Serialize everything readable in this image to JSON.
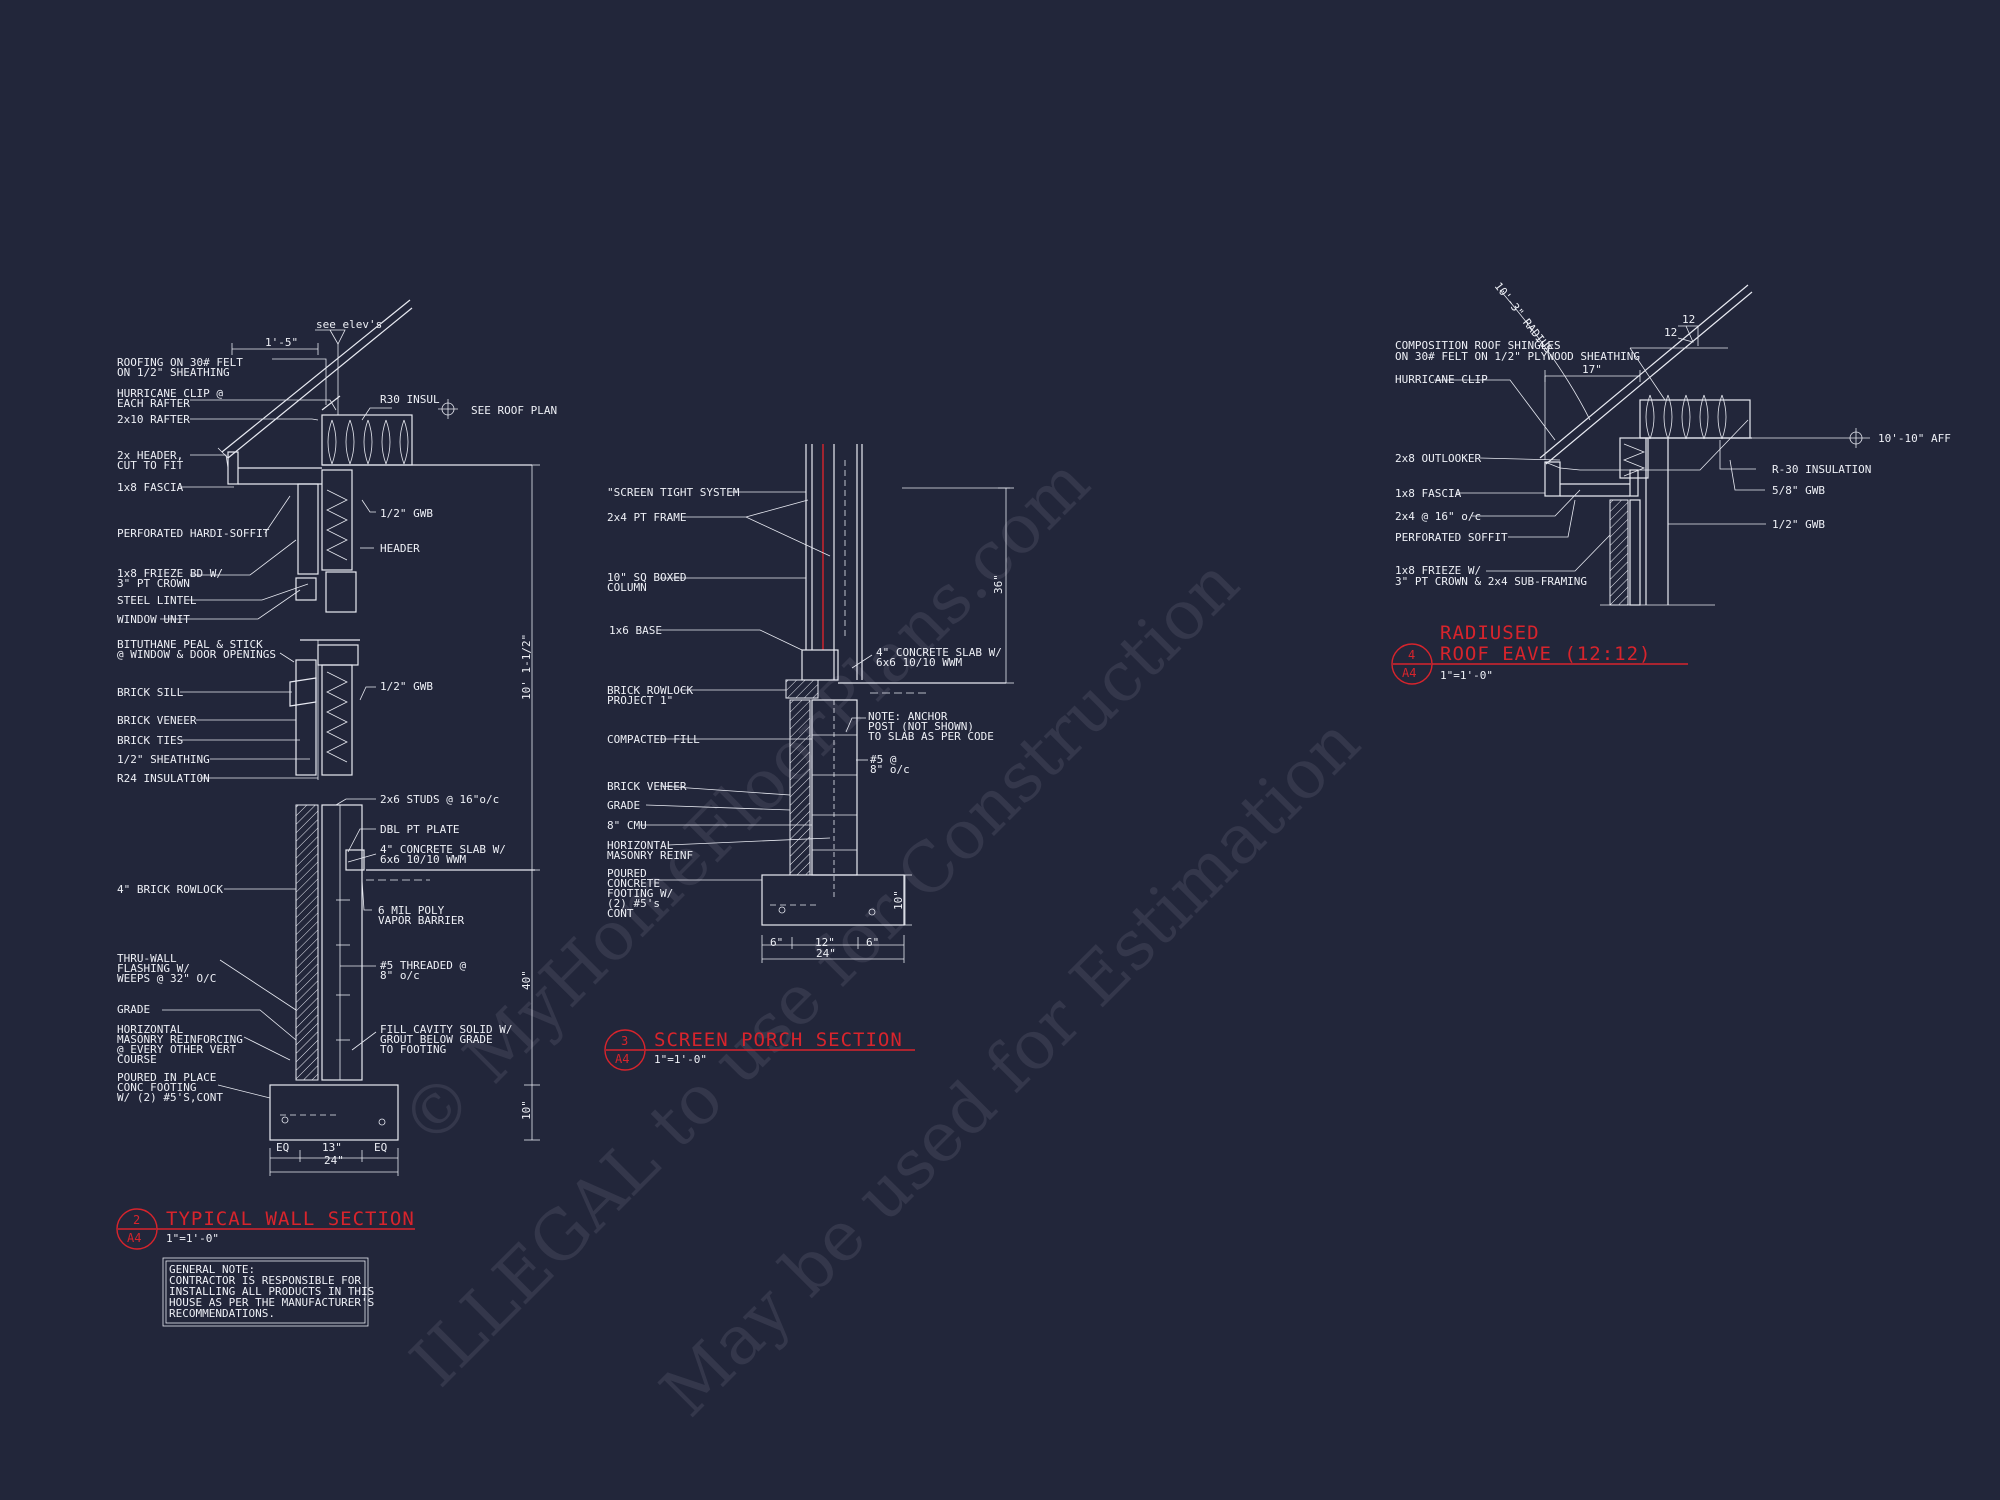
{
  "watermark": {
    "line1": "© MyHomeFloorPlans.com",
    "line2": "ILLEGAL to use for Construction",
    "line3": "May be used for Estimation"
  },
  "wall_section": {
    "title": "TYPICAL WALL SECTION",
    "bubble_num": "2",
    "bubble_sheet": "A4",
    "scale": "1\"=1'-0\"",
    "notes_left": [
      "ROOFING ON 30# FELT",
      "ON 1/2\" SHEATHING",
      "HURRICANE CLIP @",
      "EACH RAFTER",
      "2x10 RAFTER",
      "2x HEADER,",
      "CUT TO FIT",
      "1x8 FASCIA",
      "PERFORATED HARDI-SOFFIT",
      "1x8 FRIEZE BD W/",
      "3\" PT CROWN",
      "STEEL LINTEL",
      "WINDOW UNIT",
      "BITUTHANE PEAL & STICK",
      "@ WINDOW & DOOR OPENINGS",
      "BRICK SILL",
      "BRICK VENEER",
      "BRICK TIES",
      "1/2\" SHEATHING",
      "R24 INSULATION",
      "4\" BRICK ROWLOCK",
      "THRU-WALL",
      "FLASHING W/",
      "WEEPS @ 32\" O/C",
      "GRADE",
      "HORIZONTAL",
      "MASONRY REINFORCING",
      "@ EVERY OTHER VERT",
      "COURSE",
      "POURED IN PLACE",
      "CONC FOOTING",
      "W/ (2) #5'S,CONT"
    ],
    "notes_right": [
      "see elev's",
      "R30 INSUL",
      "SEE ROOF PLAN",
      "1/2\" GWB",
      "HEADER",
      "1/2\" GWB",
      "2x6 STUDS @ 16\"o/c",
      "DBL PT PLATE",
      "4\" CONCRETE SLAB W/",
      "6x6 10/10 WWM",
      "6 MIL POLY",
      "VAPOR BARRIER",
      "#5 THREADED @",
      "8\" o/c",
      "FILL CAVITY SOLID W/",
      "GROUT BELOW GRADE",
      "TO FOOTING"
    ],
    "dims": [
      "1'-5\"",
      "10' 1-1/2\"",
      "40\"",
      "10\"",
      "EQ",
      "13\"",
      "EQ",
      "24\""
    ],
    "general_note": [
      "GENERAL NOTE:",
      "CONTRACTOR IS RESPONSIBLE FOR",
      "INSTALLING ALL PRODUCTS IN THIS",
      "HOUSE AS PER THE MANUFACTURER'S",
      "RECOMMENDATIONS."
    ]
  },
  "porch_section": {
    "title": "SCREEN PORCH SECTION",
    "bubble_num": "3",
    "bubble_sheet": "A4",
    "scale": "1\"=1'-0\"",
    "notes_left": [
      "\"SCREEN TIGHT SYSTEM",
      "2x4 PT FRAME",
      "10\" SQ BOXED",
      "COLUMN",
      "1x6 BASE",
      "BRICK ROWLOCK",
      "PROJECT 1\"",
      "COMPACTED FILL",
      "BRICK VENEER",
      "GRADE",
      "8\" CMU",
      "HORIZONTAL",
      "MASONRY REINF",
      "POURED",
      "CONCRETE",
      "FOOTING W/",
      "(2) #5's",
      "CONT"
    ],
    "notes_right": [
      "4\" CONCRETE SLAB W/",
      "6x6 10/10 WWM",
      "NOTE: ANCHOR",
      "POST (NOT SHOWN)",
      "TO SLAB AS PER CODE",
      "#5 @",
      "8\" o/c"
    ],
    "dims": [
      "36\"",
      "10\"",
      "6\"",
      "12\"",
      "6\"",
      "24\""
    ]
  },
  "eave_section": {
    "title_line1": "RADIUSED",
    "title_line2": "ROOF EAVE (12:12)",
    "bubble_num": "4",
    "bubble_sheet": "A4",
    "scale": "1\"=1'-0\"",
    "notes_left": [
      "COMPOSITION ROOF SHINGLES",
      "ON 30# FELT ON 1/2\" PLYWOOD SHEATHING",
      "HURRICANE CLIP",
      "2x8 OUTLOOKER",
      "1x8 FASCIA",
      "2x4 @ 16\" o/c",
      "PERFORATED SOFFIT",
      "1x8 FRIEZE W/",
      "3\" PT CROWN & 2x4 SUB-FRAMING"
    ],
    "notes_right": [
      "10'-10\" AFF",
      "R-30 INSULATION",
      "5/8\" GWB",
      "1/2\" GWB"
    ],
    "dims": [
      "10'-3\" RADIUS",
      "17\"",
      "12",
      "12"
    ]
  }
}
